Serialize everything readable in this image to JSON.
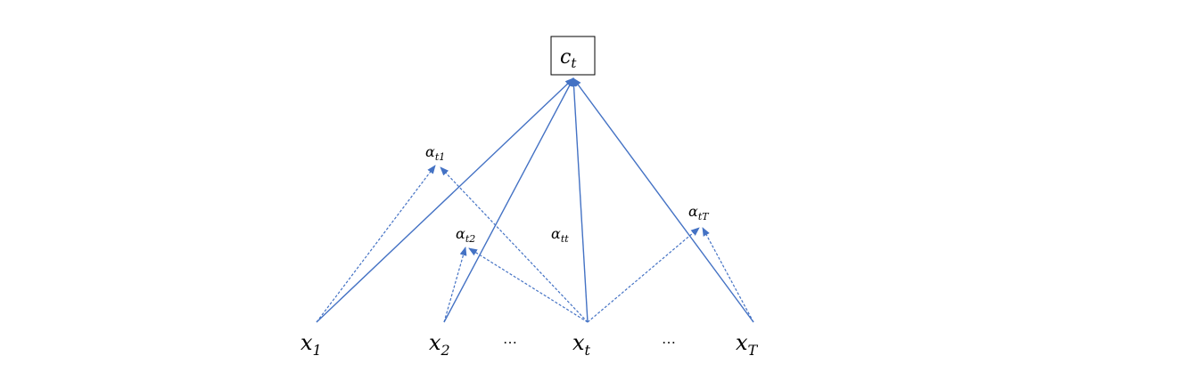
{
  "context": {
    "base": "c",
    "sub": "t"
  },
  "inputs": [
    {
      "base": "x",
      "sub": "1"
    },
    {
      "base": "x",
      "sub": "2"
    },
    {
      "base": "x",
      "sub": "t"
    },
    {
      "base": "x",
      "sub": "T"
    }
  ],
  "ellipsis": [
    "…",
    "…"
  ],
  "weights": [
    {
      "base": "α",
      "sub": "t1"
    },
    {
      "base": "α",
      "sub": "t2"
    },
    {
      "base": "α",
      "sub": "tt"
    },
    {
      "base": "α",
      "sub": "tT"
    }
  ],
  "colors": {
    "arrow": "#4472c4",
    "text": "#000000",
    "box_border": "#000000"
  }
}
